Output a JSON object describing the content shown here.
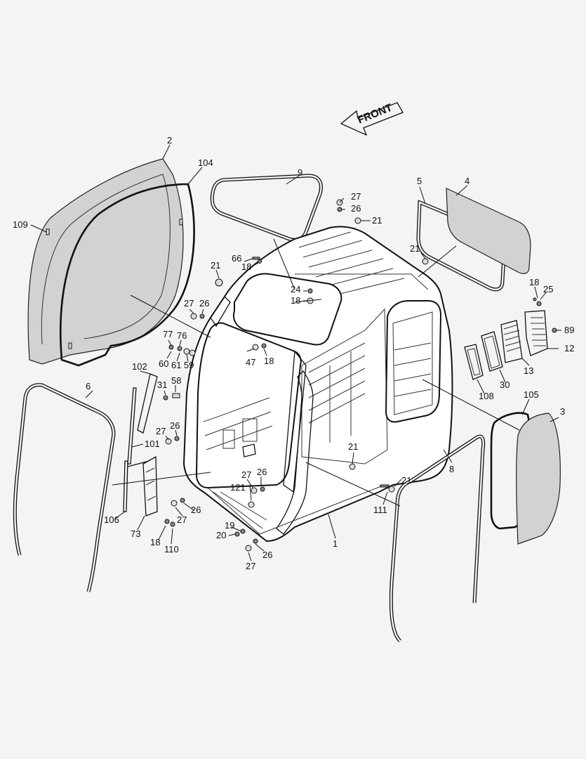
{
  "front_label": "FRONT",
  "callouts": [
    {
      "id": "c1",
      "text": "1"
    },
    {
      "id": "c2",
      "text": "2"
    },
    {
      "id": "c3",
      "text": "3"
    },
    {
      "id": "c4",
      "text": "4"
    },
    {
      "id": "c5",
      "text": "5"
    },
    {
      "id": "c6",
      "text": "6"
    },
    {
      "id": "c8",
      "text": "8"
    },
    {
      "id": "c9",
      "text": "9"
    },
    {
      "id": "c12",
      "text": "12"
    },
    {
      "id": "c13",
      "text": "13"
    },
    {
      "id": "c18a",
      "text": "18"
    },
    {
      "id": "c18b",
      "text": "18"
    },
    {
      "id": "c18c",
      "text": "18"
    },
    {
      "id": "c18d",
      "text": "18"
    },
    {
      "id": "c18e",
      "text": "18"
    },
    {
      "id": "c19",
      "text": "19"
    },
    {
      "id": "c20",
      "text": "20"
    },
    {
      "id": "c21a",
      "text": "21"
    },
    {
      "id": "c21b",
      "text": "21"
    },
    {
      "id": "c21c",
      "text": "21"
    },
    {
      "id": "c21d",
      "text": "21"
    },
    {
      "id": "c21e",
      "text": "21"
    },
    {
      "id": "c24",
      "text": "24"
    },
    {
      "id": "c25",
      "text": "25"
    },
    {
      "id": "c26a",
      "text": "26"
    },
    {
      "id": "c26b",
      "text": "26"
    },
    {
      "id": "c26c",
      "text": "26"
    },
    {
      "id": "c26d",
      "text": "26"
    },
    {
      "id": "c26e",
      "text": "26"
    },
    {
      "id": "c26f",
      "text": "26"
    },
    {
      "id": "c27a",
      "text": "27"
    },
    {
      "id": "c27b",
      "text": "27"
    },
    {
      "id": "c27c",
      "text": "27"
    },
    {
      "id": "c27d",
      "text": "27"
    },
    {
      "id": "c27e",
      "text": "27"
    },
    {
      "id": "c27f",
      "text": "27"
    },
    {
      "id": "c30",
      "text": "30"
    },
    {
      "id": "c31",
      "text": "31"
    },
    {
      "id": "c47",
      "text": "47"
    },
    {
      "id": "c58",
      "text": "58"
    },
    {
      "id": "c59",
      "text": "59"
    },
    {
      "id": "c60",
      "text": "60"
    },
    {
      "id": "c61",
      "text": "61"
    },
    {
      "id": "c66",
      "text": "66"
    },
    {
      "id": "c73",
      "text": "73"
    },
    {
      "id": "c76",
      "text": "76"
    },
    {
      "id": "c77",
      "text": "77"
    },
    {
      "id": "c89",
      "text": "89"
    },
    {
      "id": "c101",
      "text": "101"
    },
    {
      "id": "c102",
      "text": "102"
    },
    {
      "id": "c104",
      "text": "104"
    },
    {
      "id": "c105",
      "text": "105"
    },
    {
      "id": "c106",
      "text": "106"
    },
    {
      "id": "c108",
      "text": "108"
    },
    {
      "id": "c109",
      "text": "109"
    },
    {
      "id": "c110",
      "text": "110"
    },
    {
      "id": "c111",
      "text": "111"
    },
    {
      "id": "c121",
      "text": "121"
    }
  ]
}
